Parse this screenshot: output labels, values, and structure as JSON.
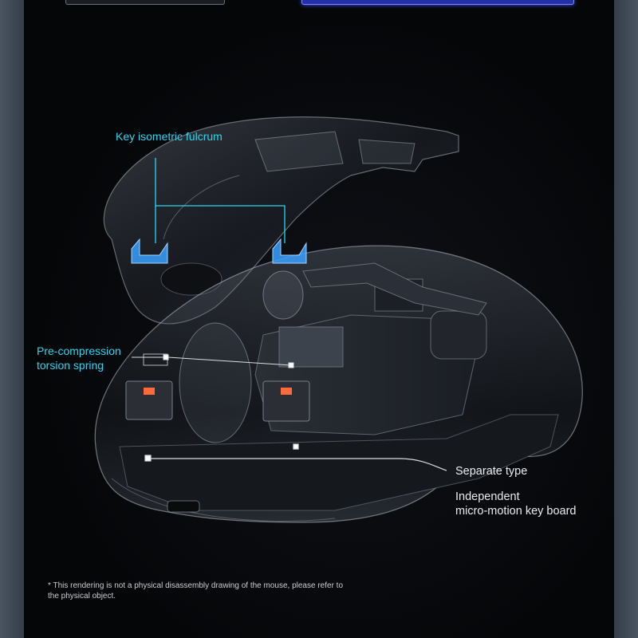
{
  "labels": {
    "key_fulcrum": "Key isometric fulcrum",
    "spring_line1": "Pre-compression",
    "spring_line2": "torsion spring",
    "separate": "Separate type",
    "board_line1": "Independent",
    "board_line2": "micro-motion key board"
  },
  "footnote": "* This rendering is not a physical disassembly drawing of the mouse, please refer to the physical object.",
  "colors": {
    "accent_cyan": "#2fd6f0",
    "fulcrum_blue": "#3aa0ff",
    "switch_orange": "#ff6a3d",
    "tab_blue": "#2330a8"
  }
}
